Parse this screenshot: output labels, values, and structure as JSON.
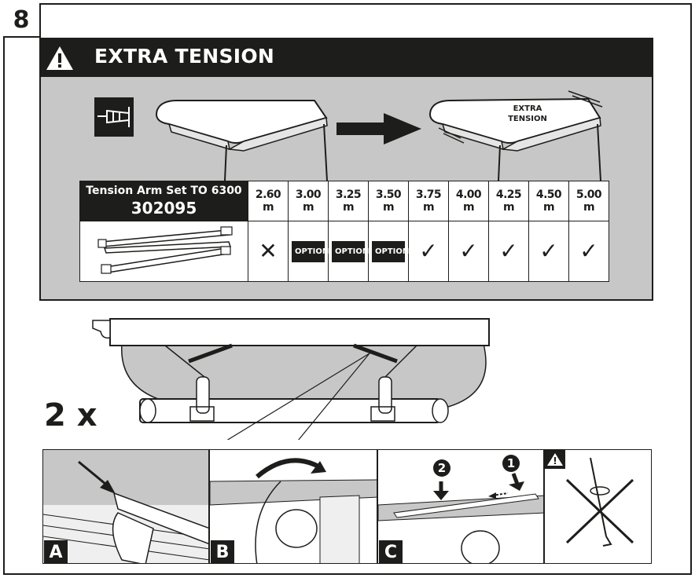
{
  "step_number": "8",
  "title": "EXTRA TENSION",
  "extra_tension_label": [
    "EXTRA",
    "TENSION"
  ],
  "part": {
    "name": "Tension Arm Set TO 6300",
    "number": "302095"
  },
  "sizes": [
    {
      "label": "2.60 m",
      "status": "✕"
    },
    {
      "label": "3.00 m",
      "status": "OPTION"
    },
    {
      "label": "3.25 m",
      "status": "OPTION"
    },
    {
      "label": "3.50 m",
      "status": "OPTION"
    },
    {
      "label": "3.75 m",
      "status": "✓"
    },
    {
      "label": "4.00 m",
      "status": "✓"
    },
    {
      "label": "4.25 m",
      "status": "✓"
    },
    {
      "label": "4.50 m",
      "status": "✓"
    },
    {
      "label": "5.00 m",
      "status": "✓"
    }
  ],
  "quantity": "2 x",
  "steps": [
    {
      "letter": "A"
    },
    {
      "letter": "B"
    },
    {
      "letter": "C",
      "sub_steps": [
        "2",
        "1"
      ]
    }
  ],
  "warning_icon": "warning-triangle-icon",
  "wind_icon": "windsock-icon",
  "colors": {
    "dark": "#1d1d1b",
    "panel": "#c7c7c7",
    "white": "#ffffff"
  }
}
